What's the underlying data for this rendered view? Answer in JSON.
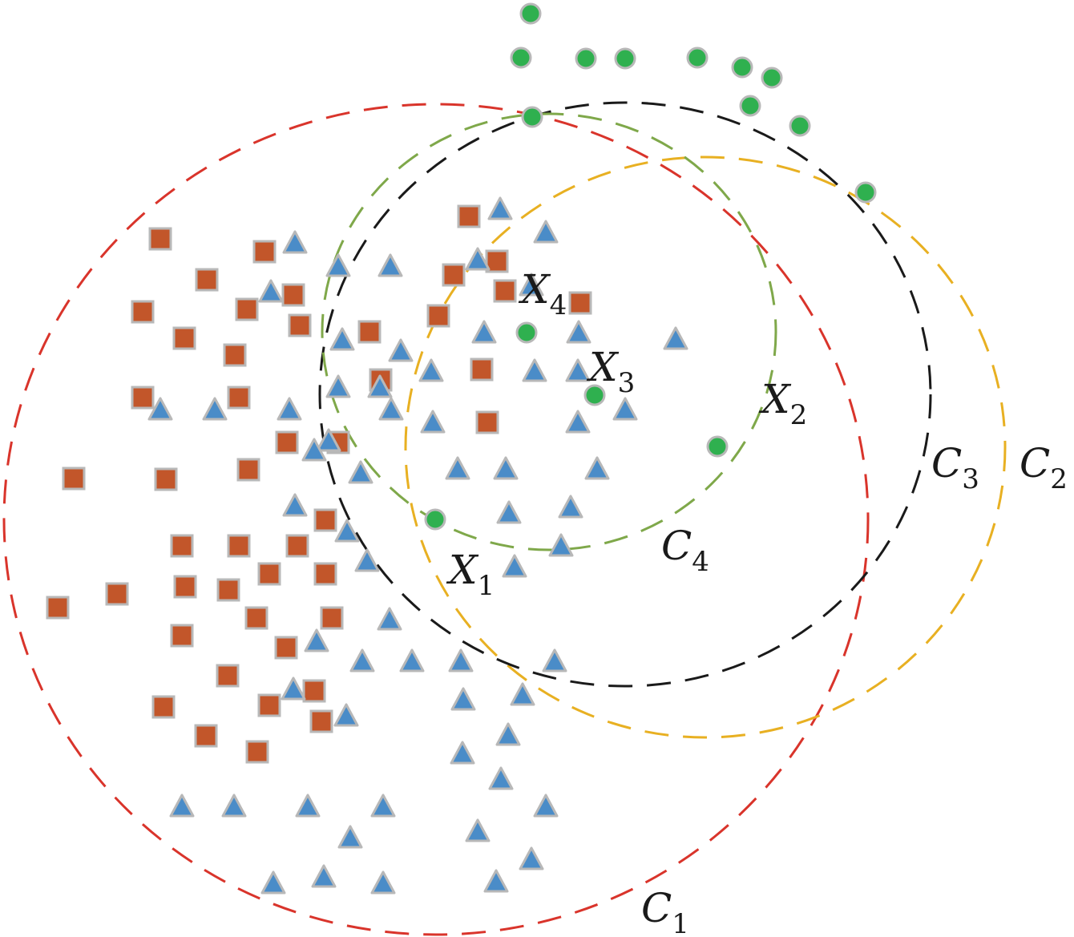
{
  "labels": {
    "C1": {
      "main": "C",
      "sub": "1"
    },
    "C2": {
      "main": "C",
      "sub": "2"
    },
    "C3": {
      "main": "C",
      "sub": "3"
    },
    "C4": {
      "main": "C",
      "sub": "4"
    },
    "X1": {
      "main": "X",
      "sub": "1"
    },
    "X2": {
      "main": "X",
      "sub": "2"
    },
    "X3": {
      "main": "X",
      "sub": "3"
    },
    "X4": {
      "main": "X",
      "sub": "4"
    }
  },
  "colors": {
    "C1": "#d9342b",
    "C2": "#e8b022",
    "C3": "#1a1a1a",
    "C4": "#7fa84a",
    "square_fill": "#c2562a",
    "triangle_fill": "#4a8cc8",
    "circle_fill": "#2fb04f",
    "marker_stroke": "#b8b8b8"
  },
  "marker_shapes": [
    "square",
    "triangle",
    "circle"
  ]
}
